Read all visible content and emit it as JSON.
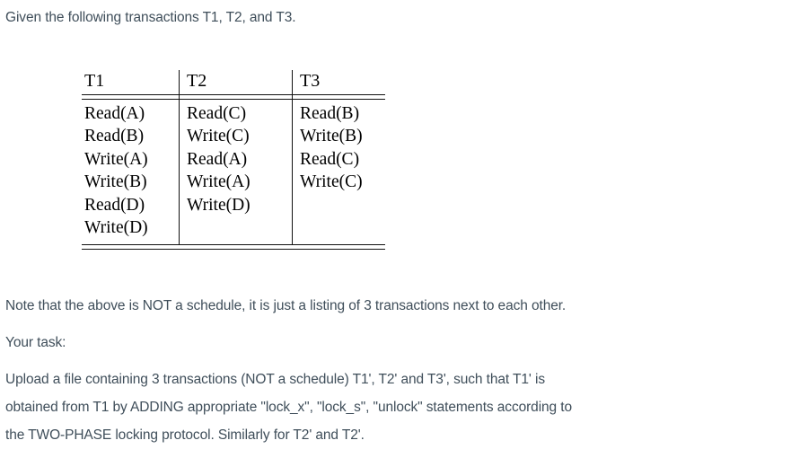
{
  "document": {
    "intro": "Given the following transactions T1, T2, and T3.",
    "note": "Note that the above is NOT a schedule, it is just a listing of 3 transactions next to each other.",
    "task_label": "Your task:",
    "instruction_lines": [
      "Upload a file containing 3 transactions (NOT a schedule) T1', T2' and T3', such that T1' is",
      "obtained from T1 by ADDING appropriate \"lock_x\", \"lock_s\", \"unlock\" statements according to",
      "the TWO-PHASE locking protocol.  Similarly for T2' and T2'."
    ]
  },
  "table": {
    "headers": [
      "T1",
      "T2",
      "T3"
    ],
    "columns": [
      [
        "Read(A)",
        "Read(B)",
        "Write(A)",
        "Write(B)",
        "Read(D)",
        "Write(D)"
      ],
      [
        "Read(C)",
        "Write(C)",
        "Read(A)",
        "Write(A)",
        "Write(D)"
      ],
      [
        "Read(B)",
        "Write(B)",
        "Read(C)",
        "Write(C)"
      ]
    ]
  },
  "colors": {
    "body_text": "#3f4e5a",
    "table_text": "#000000",
    "rule": "#111111",
    "background": "#ffffff"
  }
}
